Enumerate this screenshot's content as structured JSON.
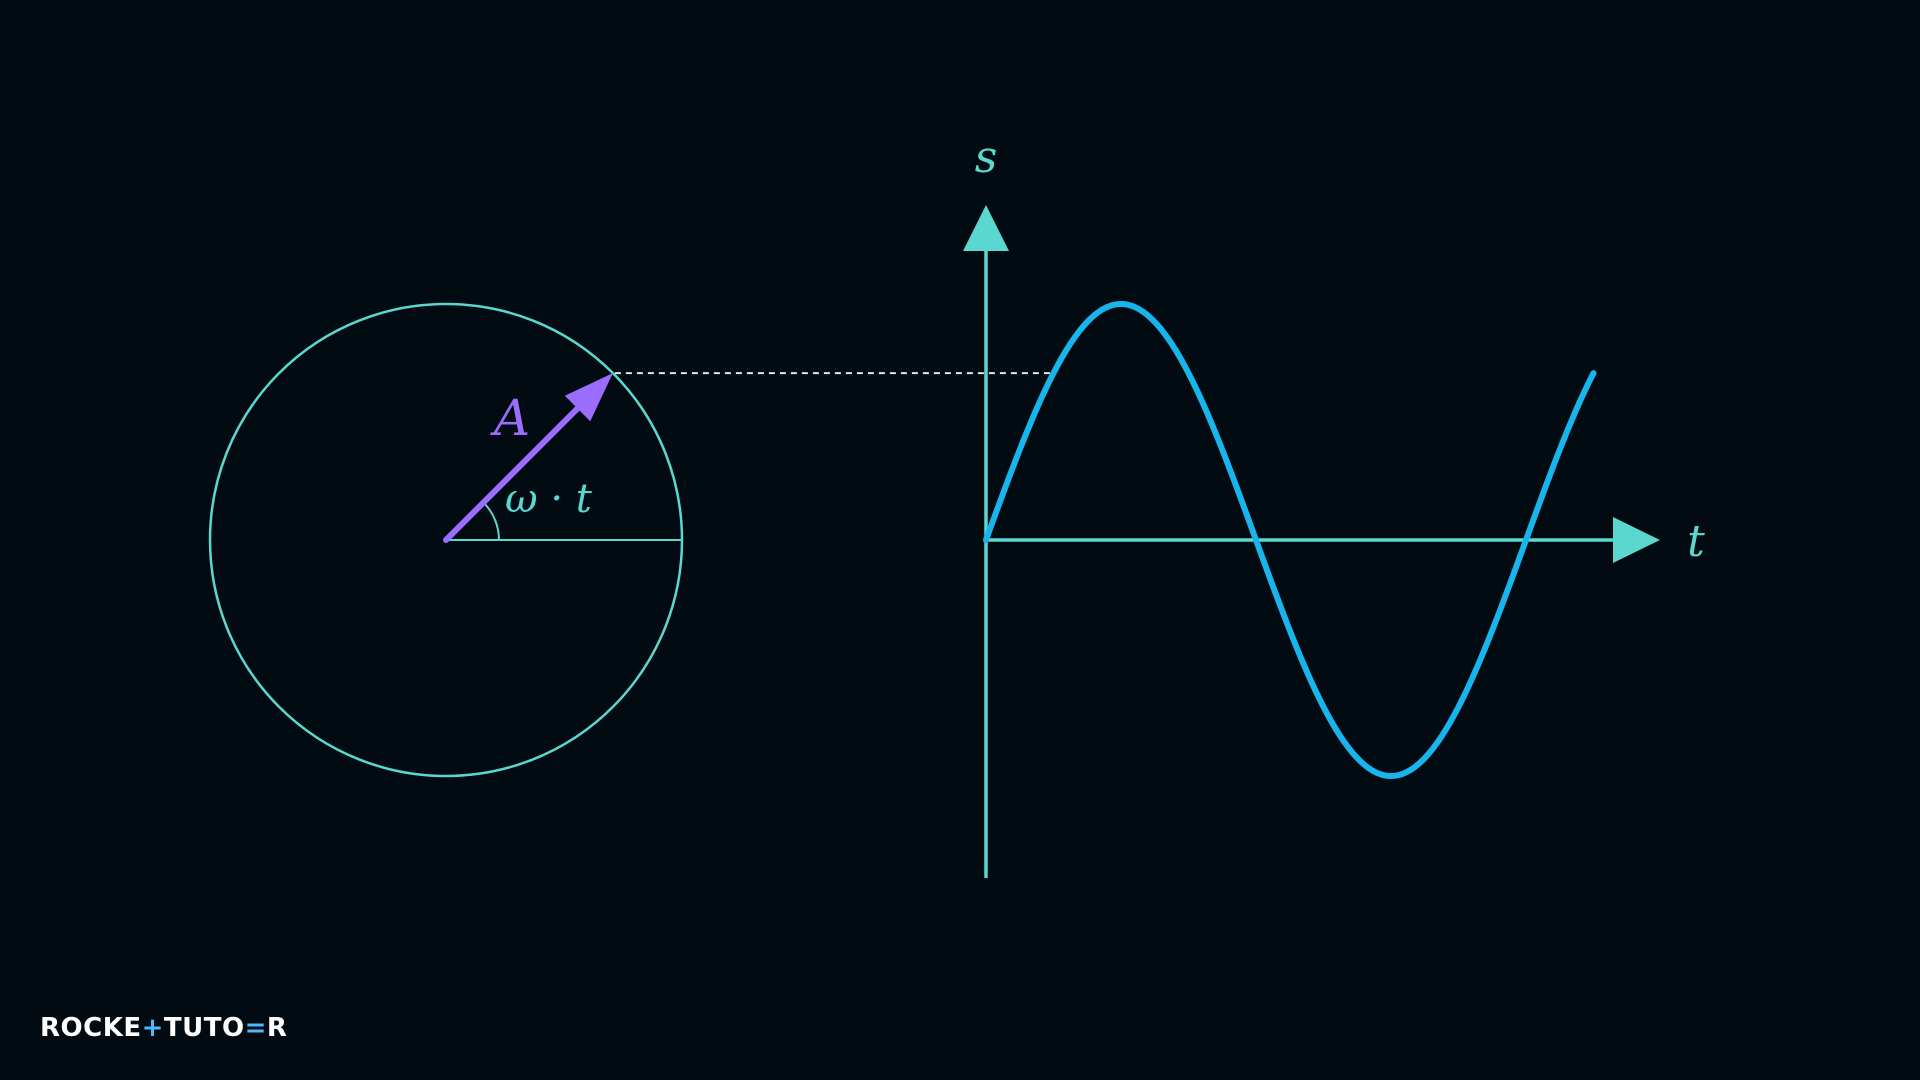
{
  "colors": {
    "background": "#020a12",
    "circle": "#5ad8cf",
    "axes": "#5ad8cf",
    "phasor": "#9b6dff",
    "wave": "#18b4ec",
    "projection": "#dfe6ea",
    "label_teal": "#5ad8cf",
    "label_purple": "#9b6dff",
    "logo_text": "#ffffff",
    "logo_accent": "#4db8ff"
  },
  "labels": {
    "phasor": "A",
    "angle": "ω · t",
    "y_axis": "s",
    "x_axis": "t"
  },
  "logo": {
    "part1": "ROCKE",
    "mark": "+",
    "part2": "TUTO",
    "mark2": "=",
    "part3": "R"
  },
  "diagram": {
    "phase_angle_deg": 45,
    "wave_periods_shown": 1.125
  }
}
